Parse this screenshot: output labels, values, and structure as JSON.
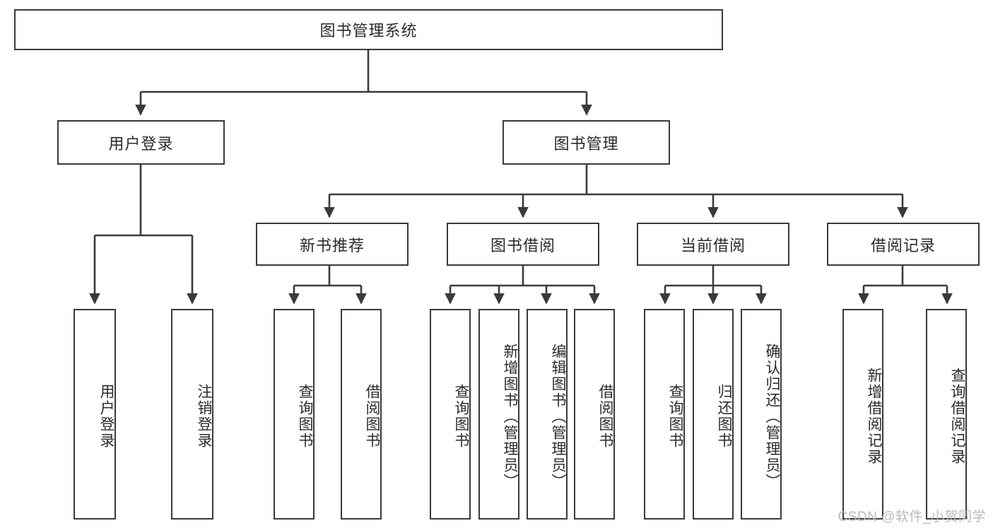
{
  "diagram": {
    "title": "图书管理系统",
    "root": {
      "id": "root",
      "label": "图书管理系统"
    },
    "level2": [
      {
        "id": "user-login",
        "label": "用户登录"
      },
      {
        "id": "book-manage",
        "label": "图书管理"
      }
    ],
    "level3": [
      {
        "id": "new-book-rec",
        "label": "新书推荐"
      },
      {
        "id": "book-borrow",
        "label": "图书借阅"
      },
      {
        "id": "current-borrow",
        "label": "当前借阅"
      },
      {
        "id": "borrow-record",
        "label": "借阅记录"
      }
    ],
    "leaves": {
      "user_login": [
        {
          "id": "leaf-user-login",
          "label": "用户登录"
        },
        {
          "id": "leaf-logout-login",
          "label": "注销登录"
        }
      ],
      "new_book_rec": [
        {
          "id": "leaf-query-book-1",
          "label": "查询图书"
        },
        {
          "id": "leaf-borrow-book-1",
          "label": "借阅图书"
        }
      ],
      "book_borrow": [
        {
          "id": "leaf-query-book-2",
          "label": "查询图书"
        },
        {
          "id": "leaf-add-book",
          "label": "新增图书（管理员）"
        },
        {
          "id": "leaf-edit-book",
          "label": "编辑图书（管理员）"
        },
        {
          "id": "leaf-borrow-book-2",
          "label": "借阅图书"
        }
      ],
      "current_borrow": [
        {
          "id": "leaf-query-book-3",
          "label": "查询图书"
        },
        {
          "id": "leaf-return-book",
          "label": "归还图书"
        },
        {
          "id": "leaf-confirm-return",
          "label": "确认归还（管理员）"
        }
      ],
      "borrow_record": [
        {
          "id": "leaf-add-record",
          "label": "新增借阅记录"
        },
        {
          "id": "leaf-query-record",
          "label": "查询借阅记录"
        }
      ]
    },
    "watermark": "CSDN @软件_小贺同学",
    "colors": {
      "stroke": "#3a3a3a",
      "fill": "#ffffff",
      "text": "#2b2b2b",
      "watermark": "#b9b9b9"
    }
  }
}
